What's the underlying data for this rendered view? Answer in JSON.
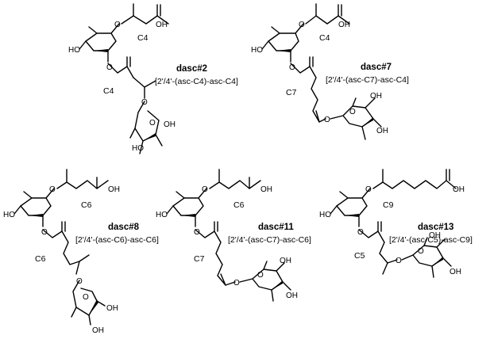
{
  "compounds": [
    {
      "name": "dasc#2",
      "description": "[2'/4'-(asc-C4)-asc-C4]",
      "upper_chain_label": "C4",
      "lower_chain_label": "C4"
    },
    {
      "name": "dasc#7",
      "description": "[2'/4'-(asc-C7)-asc-C4]",
      "upper_chain_label": "C4",
      "lower_chain_label": "C7"
    },
    {
      "name": "dasc#8",
      "description": "[2'/4'-(asc-C6)-asc-C6]",
      "upper_chain_label": "C6",
      "lower_chain_label": "C6"
    },
    {
      "name": "dasc#11",
      "description": "[2'/4'-(asc-C7)-asc-C6]",
      "upper_chain_label": "C6",
      "lower_chain_label": "C7"
    },
    {
      "name": "dasc#13",
      "description": "[2'/4'-(asc-C5)-asc-C9]",
      "upper_chain_label": "C9",
      "lower_chain_label": "C5"
    }
  ],
  "atom_labels": {
    "ho": "HO",
    "oh": "OH",
    "o": "O"
  }
}
